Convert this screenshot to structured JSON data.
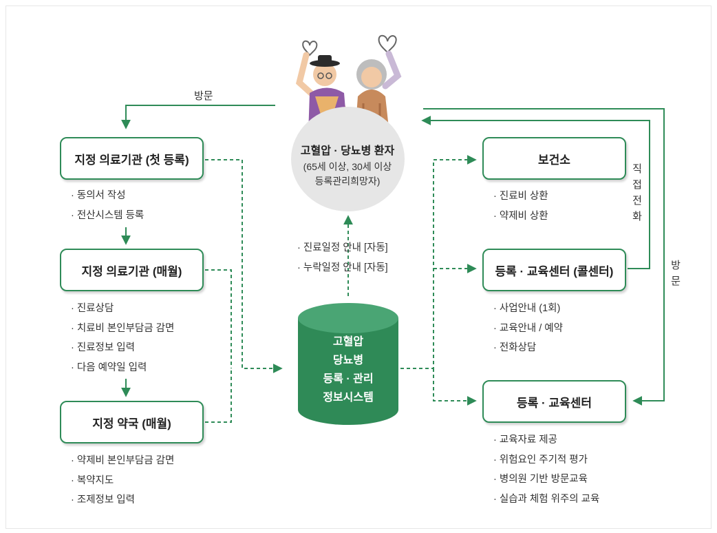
{
  "patient": {
    "title": "고혈압 · 당뇨병 환자",
    "sub1": "(65세 이상, 30세 이상",
    "sub2": "등록관리희망자)"
  },
  "left_boxes": {
    "first": "지정 의료기관 (첫 등록)",
    "monthly": "지정 의료기관 (매월)",
    "pharmacy": "지정 약국 (매월)"
  },
  "left_bullets": {
    "first": [
      "동의서 작성",
      "전산시스템 등록"
    ],
    "monthly": [
      "진료상담",
      "치료비 본인부담금 감면",
      "진료정보 입력",
      "다음 예약일 입력"
    ],
    "pharmacy": [
      "약제비 본인부담금 감면",
      "복약지도",
      "조제정보 입력"
    ]
  },
  "center": {
    "notices": [
      "진료일정 안내 [자동]",
      "누락일정 안내 [자동]"
    ],
    "db_lines": [
      "고혈압",
      "당뇨병",
      "등록 · 관리",
      "정보시스템"
    ]
  },
  "right_boxes": {
    "health_center": "보건소",
    "call_center": "등록 · 교육센터 (콜센터)",
    "edu_center": "등록 · 교육센터"
  },
  "right_bullets": {
    "health_center": [
      "진료비 상환",
      "약제비 상환"
    ],
    "call_center": [
      "사업안내 (1회)",
      "교육안내 / 예약",
      "전화상담"
    ],
    "edu_center": [
      "교육자료 제공",
      "위험요인 주기적 평가",
      "병의원 기반 방문교육",
      "실습과 체험 위주의 교육"
    ]
  },
  "labels": {
    "visit_top": "방문",
    "direct_call": [
      "직",
      "접",
      "전",
      "화"
    ],
    "visit_right": [
      "방",
      "문"
    ]
  },
  "colors": {
    "accent_green": "#2e8b57",
    "db_green": "#2f8a57",
    "db_top": "#4aa574",
    "patient_bg": "#e6e6e6"
  }
}
